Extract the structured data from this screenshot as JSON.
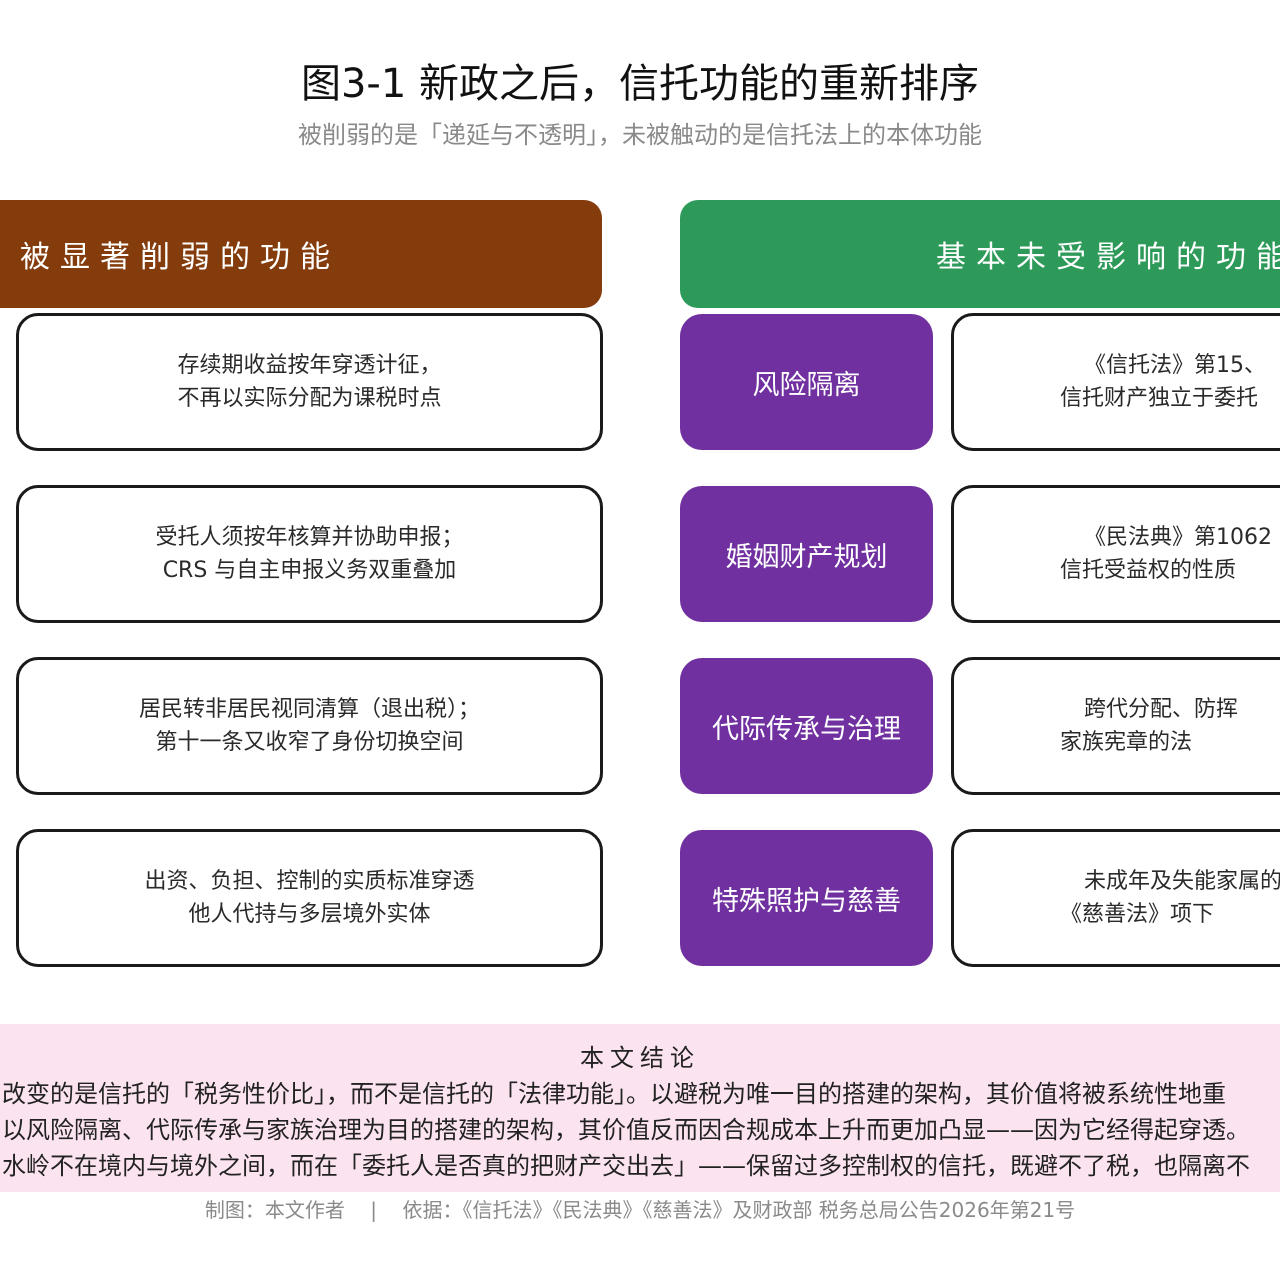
{
  "title": "图3-1  新政之后，信托功能的重新排序",
  "subtitle": "被削弱的是「递延与不透明」，未被触动的是信托法上的本体功能",
  "colors": {
    "left_header": "#843c0c",
    "right_header": "#2e9a5a",
    "pill": "#7030a0",
    "conclusion_bg": "#fbe3f0",
    "box_border": "#1a1a1a"
  },
  "left": {
    "header": "被显著削弱的功能",
    "items": [
      {
        "line1": "存续期收益按年穿透计征，",
        "line2": "不再以实际分配为课税时点"
      },
      {
        "line1": "受托人须按年核算并协助申报；",
        "line2": "CRS 与自主申报义务双重叠加"
      },
      {
        "line1": "居民转非居民视同清算（退出税）；",
        "line2": "第十一条又收窄了身份切换空间"
      },
      {
        "line1": "出资、负担、控制的实质标准穿透",
        "line2": "他人代持与多层境外实体"
      }
    ]
  },
  "right": {
    "header": "基本未受影响的功能",
    "items": [
      {
        "pill": "风险隔离",
        "line1": "《信托法》第15、",
        "line2": "信托财产独立于委托"
      },
      {
        "pill": "婚姻财产规划",
        "line1": "《民法典》第1062",
        "line2": "信托受益权的性质"
      },
      {
        "pill": "代际传承与治理",
        "line1": "跨代分配、防挥",
        "line2": "家族宪章的法"
      },
      {
        "pill": "特殊照护与慈善",
        "line1": "未成年及失能家属的",
        "line2": "《慈善法》项下"
      }
    ]
  },
  "conclusion": {
    "title": "本文结论",
    "lines": [
      "改变的是信托的「税务性价比」，而不是信托的「法律功能」。以避税为唯一目的搭建的架构，其价值将被系统性地重",
      "以风险隔离、代际传承与家族治理为目的搭建的架构，其价值反而因合规成本上升而更加凸显——因为它经得起穿透。",
      "水岭不在境内与境外之间，而在「委托人是否真的把财产交出去」——保留过多控制权的信托，既避不了税，也隔离不"
    ]
  },
  "footer": "制图：本文作者    |    依据：《信托法》《民法典》《慈善法》及财政部 税务总局公告2026年第21号"
}
